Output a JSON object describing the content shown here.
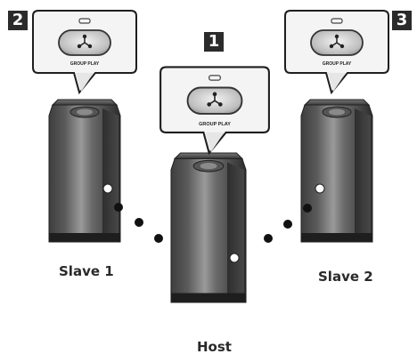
{
  "badges": {
    "slave1_number": "2",
    "host_number": "1",
    "slave2_number": "3"
  },
  "labels": {
    "slave1": "Slave 1",
    "host": "Host",
    "slave2": "Slave 2"
  },
  "callouts": {
    "button_text": "GROUP PLAY",
    "button_icon": "group-play-icon"
  }
}
